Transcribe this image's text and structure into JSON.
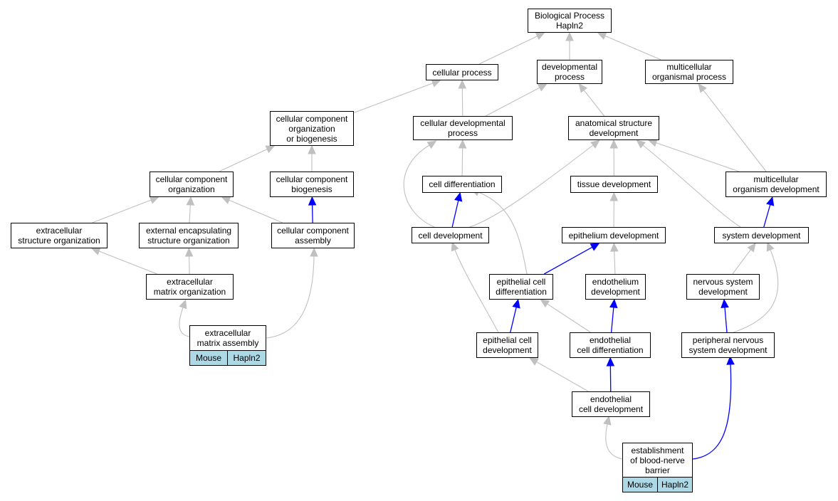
{
  "colors": {
    "gray_edge": "#c0c0c0",
    "blue_edge": "#0000ff",
    "annotation_fill": "#add8e6"
  },
  "nodes": {
    "bp": [
      "Biological Process",
      "Hapln2"
    ],
    "cellular_process": [
      "cellular process"
    ],
    "developmental_process": [
      "developmental",
      "process"
    ],
    "multicellular_organismal_process": [
      "multicellular",
      "organismal process"
    ],
    "cc_org_or_biogenesis": [
      "cellular component",
      "organization",
      "or biogenesis"
    ],
    "cellular_developmental_process": [
      "cellular developmental",
      "process"
    ],
    "anatomical_structure_development": [
      "anatomical structure",
      "development"
    ],
    "cc_organization": [
      "cellular component",
      "organization"
    ],
    "cc_biogenesis": [
      "cellular component",
      "biogenesis"
    ],
    "cell_differentiation": [
      "cell differentiation"
    ],
    "tissue_development": [
      "tissue development"
    ],
    "multicellular_organism_development": [
      "multicellular",
      "organism development"
    ],
    "extracellular_structure_organization": [
      "extracellular",
      "structure organization"
    ],
    "external_encapsulating_structure_organization": [
      "external encapsulating",
      "structure organization"
    ],
    "cc_assembly": [
      "cellular component",
      "assembly"
    ],
    "cell_development": [
      "cell development"
    ],
    "epithelium_development": [
      "epithelium development"
    ],
    "system_development": [
      "system development"
    ],
    "extracellular_matrix_organization": [
      "extracellular",
      "matrix organization"
    ],
    "epithelial_cell_differentiation": [
      "epithelial cell",
      "differentiation"
    ],
    "endothelium_development": [
      "endothelium",
      "development"
    ],
    "nervous_system_development": [
      "nervous system",
      "development"
    ],
    "extracellular_matrix_assembly": [
      "extracellular",
      "matrix assembly"
    ],
    "epithelial_cell_development": [
      "epithelial cell",
      "development"
    ],
    "endothelial_cell_differentiation": [
      "endothelial",
      "cell differentiation"
    ],
    "peripheral_nervous_system_development": [
      "peripheral nervous",
      "system development"
    ],
    "endothelial_cell_development": [
      "endothelial",
      "cell development"
    ],
    "establishment_of_blood_nerve_barrier": [
      "establishment",
      "of blood-nerve",
      "barrier"
    ]
  },
  "annotations": {
    "extracellular_matrix_assembly": [
      "Mouse",
      "Hapln2"
    ],
    "establishment_of_blood_nerve_barrier": [
      "Mouse",
      "Hapln2"
    ]
  },
  "edges": [
    {
      "from": "cellular_process",
      "to": "bp",
      "color": "gray"
    },
    {
      "from": "developmental_process",
      "to": "bp",
      "color": "gray"
    },
    {
      "from": "multicellular_organismal_process",
      "to": "bp",
      "color": "gray"
    },
    {
      "from": "cc_org_or_biogenesis",
      "to": "cellular_process",
      "color": "gray"
    },
    {
      "from": "cellular_developmental_process",
      "to": "cellular_process",
      "color": "gray"
    },
    {
      "from": "cellular_developmental_process",
      "to": "developmental_process",
      "color": "gray"
    },
    {
      "from": "anatomical_structure_development",
      "to": "developmental_process",
      "color": "gray"
    },
    {
      "from": "cc_organization",
      "to": "cc_org_or_biogenesis",
      "color": "gray"
    },
    {
      "from": "cc_biogenesis",
      "to": "cc_org_or_biogenesis",
      "color": "gray"
    },
    {
      "from": "cell_differentiation",
      "to": "cellular_developmental_process",
      "color": "gray"
    },
    {
      "from": "tissue_development",
      "to": "anatomical_structure_development",
      "color": "gray"
    },
    {
      "from": "multicellular_organism_development",
      "to": "anatomical_structure_development",
      "color": "gray"
    },
    {
      "from": "multicellular_organism_development",
      "to": "multicellular_organismal_process",
      "color": "gray"
    },
    {
      "from": "extracellular_structure_organization",
      "to": "cc_organization",
      "color": "gray"
    },
    {
      "from": "external_encapsulating_structure_organization",
      "to": "cc_organization",
      "color": "gray"
    },
    {
      "from": "cc_assembly",
      "to": "cc_organization",
      "color": "gray"
    },
    {
      "from": "cc_assembly",
      "to": "cc_biogenesis",
      "color": "blue"
    },
    {
      "from": "cell_development",
      "to": "cellular_developmental_process",
      "color": "gray"
    },
    {
      "from": "cell_development",
      "to": "cell_differentiation",
      "color": "blue"
    },
    {
      "from": "cell_development",
      "to": "anatomical_structure_development",
      "color": "gray"
    },
    {
      "from": "epithelium_development",
      "to": "tissue_development",
      "color": "gray"
    },
    {
      "from": "system_development",
      "to": "anatomical_structure_development",
      "color": "gray"
    },
    {
      "from": "system_development",
      "to": "multicellular_organism_development",
      "color": "blue"
    },
    {
      "from": "extracellular_matrix_organization",
      "to": "extracellular_structure_organization",
      "color": "gray"
    },
    {
      "from": "extracellular_matrix_organization",
      "to": "external_encapsulating_structure_organization",
      "color": "gray"
    },
    {
      "from": "epithelial_cell_differentiation",
      "to": "cell_differentiation",
      "color": "gray"
    },
    {
      "from": "epithelial_cell_differentiation",
      "to": "epithelium_development",
      "color": "blue"
    },
    {
      "from": "endothelium_development",
      "to": "epithelium_development",
      "color": "gray"
    },
    {
      "from": "nervous_system_development",
      "to": "system_development",
      "color": "gray"
    },
    {
      "from": "extracellular_matrix_assembly",
      "to": "extracellular_matrix_organization",
      "color": "gray"
    },
    {
      "from": "extracellular_matrix_assembly",
      "to": "cc_assembly",
      "color": "gray"
    },
    {
      "from": "epithelial_cell_development",
      "to": "cell_development",
      "color": "gray"
    },
    {
      "from": "epithelial_cell_development",
      "to": "epithelial_cell_differentiation",
      "color": "blue"
    },
    {
      "from": "endothelial_cell_differentiation",
      "to": "epithelial_cell_differentiation",
      "color": "gray"
    },
    {
      "from": "endothelial_cell_differentiation",
      "to": "endothelium_development",
      "color": "blue"
    },
    {
      "from": "peripheral_nervous_system_development",
      "to": "nervous_system_development",
      "color": "blue"
    },
    {
      "from": "peripheral_nervous_system_development",
      "to": "system_development",
      "color": "gray"
    },
    {
      "from": "endothelial_cell_development",
      "to": "epithelial_cell_development",
      "color": "gray"
    },
    {
      "from": "endothelial_cell_development",
      "to": "endothelial_cell_differentiation",
      "color": "blue"
    },
    {
      "from": "establishment_of_blood_nerve_barrier",
      "to": "endothelial_cell_development",
      "color": "gray"
    },
    {
      "from": "establishment_of_blood_nerve_barrier",
      "to": "peripheral_nervous_system_development",
      "color": "blue"
    }
  ]
}
